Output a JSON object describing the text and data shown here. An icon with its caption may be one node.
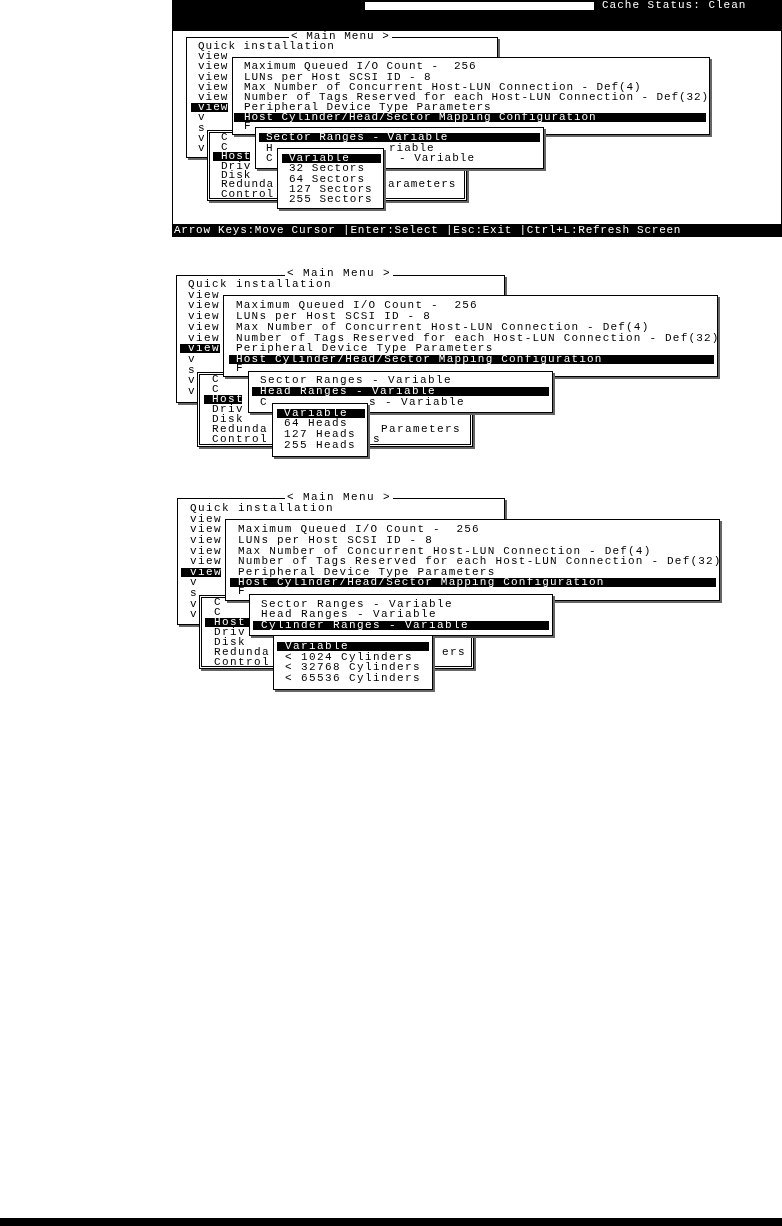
{
  "diagram": {
    "nodes": [
      {
        "text": [
          "Cache Status: Clean",
          "Arrow Keys:Move Cursor |Enter:Select |Esc:Exit |Ctrl+L:Refresh Screen"
        ]
      },
      {
        "text": [
          "< Main Menu >",
          "Quick installation",
          "view",
          "view",
          "view",
          "view",
          "view",
          "view",
          "v",
          "s",
          "v",
          "v"
        ],
        "in": 0
      },
      {
        "text": [
          "Maximum Queued I/O Count -  256",
          "LUNs per Host SCSI ID - 8",
          "Max Number of Concurrent Host-LUN Connection - Def(4)",
          "Number of Tags Reserved for each Host-LUN Connection - Def(32)",
          "Peripheral Device Type Parameters",
          "Host Cylinder/Head/Sector Mapping Configuration",
          "F"
        ],
        "in": 0
      },
      {
        "text": [
          "C",
          "C",
          "Host",
          "Driv",
          "Disk",
          "Redunda",
          "Control",
          "arameters"
        ],
        "in": 0
      },
      {
        "text": [
          "Sector Ranges - Variable",
          "H",
          "riable",
          "C",
          "- Variable"
        ],
        "in": 0
      },
      {
        "text": [
          "Variable",
          "32 Sectors",
          "64 Sectors",
          "127 Sectors",
          "255 Sectors"
        ],
        "in": 0
      },
      {
        "text": [
          "< Main Menu >",
          "Quick installation",
          "view",
          "view",
          "view",
          "view",
          "view",
          "view",
          "v",
          "s",
          "v",
          "v"
        ]
      },
      {
        "text": [
          "Maximum Queued I/O Count -  256",
          "LUNs per Host SCSI ID - 8",
          "Max Number of Concurrent Host-LUN Connection - Def(4)",
          "Number of Tags Reserved for each Host-LUN Connection - Def(32)",
          "Peripheral Device Type Parameters",
          "Host Cylinder/Head/Sector Mapping Configuration",
          "F"
        ]
      },
      {
        "text": [
          "C",
          "C",
          "Host",
          "Driv",
          "Disk",
          "Redunda",
          "Control",
          "Parameters",
          "s"
        ]
      },
      {
        "text": [
          "Sector Ranges - Variable",
          "Head Ranges - Variable",
          "C",
          "s - Variable"
        ]
      },
      {
        "text": [
          "Variable",
          "64 Heads",
          "127 Heads",
          "255 Heads"
        ]
      },
      {
        "text": [
          "< Main Menu >",
          "Quick installation",
          "view",
          "view",
          "view",
          "view",
          "view",
          "view",
          "v",
          "s",
          "v",
          "v"
        ]
      },
      {
        "text": [
          "Maximum Queued I/O Count -  256",
          "LUNs per Host SCSI ID - 8",
          "Max Number of Concurrent Host-LUN Connection - Def(4)",
          "Number of Tags Reserved for each Host-LUN Connection - Def(32)",
          "Peripheral Device Type Parameters",
          "Host Cylinder/Head/Sector Mapping Configuration",
          "F"
        ]
      },
      {
        "text": [
          "C",
          "C",
          "Host",
          "Driv",
          "Disk",
          "Redunda",
          "Control",
          "ers"
        ]
      },
      {
        "text": [
          "Sector Ranges - Variable",
          "Head Ranges - Variable",
          "Cylinder Ranges - Variable"
        ]
      },
      {
        "text": [
          "Variable",
          "< 1024 Cylinders",
          "< 32768 Cylinders",
          "< 65536 Cylinders"
        ]
      }
    ]
  }
}
